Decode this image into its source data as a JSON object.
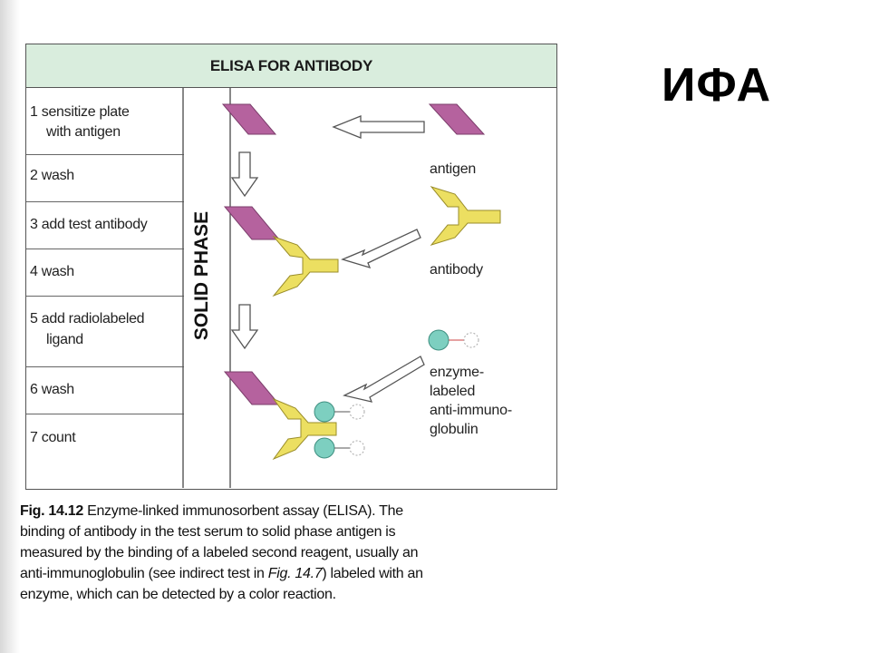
{
  "slide_title": "ИФА",
  "figure": {
    "title": "ELISA FOR ANTIBODY",
    "solid_phase_label": "SOLID PHASE",
    "steps": [
      {
        "lines": [
          "1  sensitize plate",
          "with antigen"
        ]
      },
      {
        "lines": [
          "2  wash"
        ]
      },
      {
        "lines": [
          "3  add test antibody"
        ]
      },
      {
        "lines": [
          "4  wash"
        ]
      },
      {
        "lines": [
          "5  add radiolabeled",
          "ligand"
        ]
      },
      {
        "lines": [
          "6  wash"
        ]
      },
      {
        "lines": [
          "7  count"
        ]
      }
    ],
    "reagents": {
      "antigen": "antigen",
      "antibody": "antibody",
      "enzyme_label_lines": [
        "enzyme-",
        "labeled",
        "anti-immuno-",
        "globulin"
      ]
    },
    "colors": {
      "antigen": "#b5629e",
      "antibody": "#ecdf61",
      "enzyme": "#7dcfc0",
      "title_bar": "#d9eddd"
    }
  },
  "caption": {
    "fig_num": "Fig. 14.12",
    "line1_rest": " Enzyme-linked immunosorbent assay (ELISA). The",
    "line2": "binding of antibody in the test serum to solid phase antigen is",
    "line3": "measured by the binding of a labeled second reagent, usually an",
    "line4_a": "anti-immunoglobulin (see indirect test in ",
    "line4_ital": "Fig. 14.7",
    "line4_b": ") labeled with an",
    "line5": "enzyme, which can be detected by a color reaction."
  }
}
